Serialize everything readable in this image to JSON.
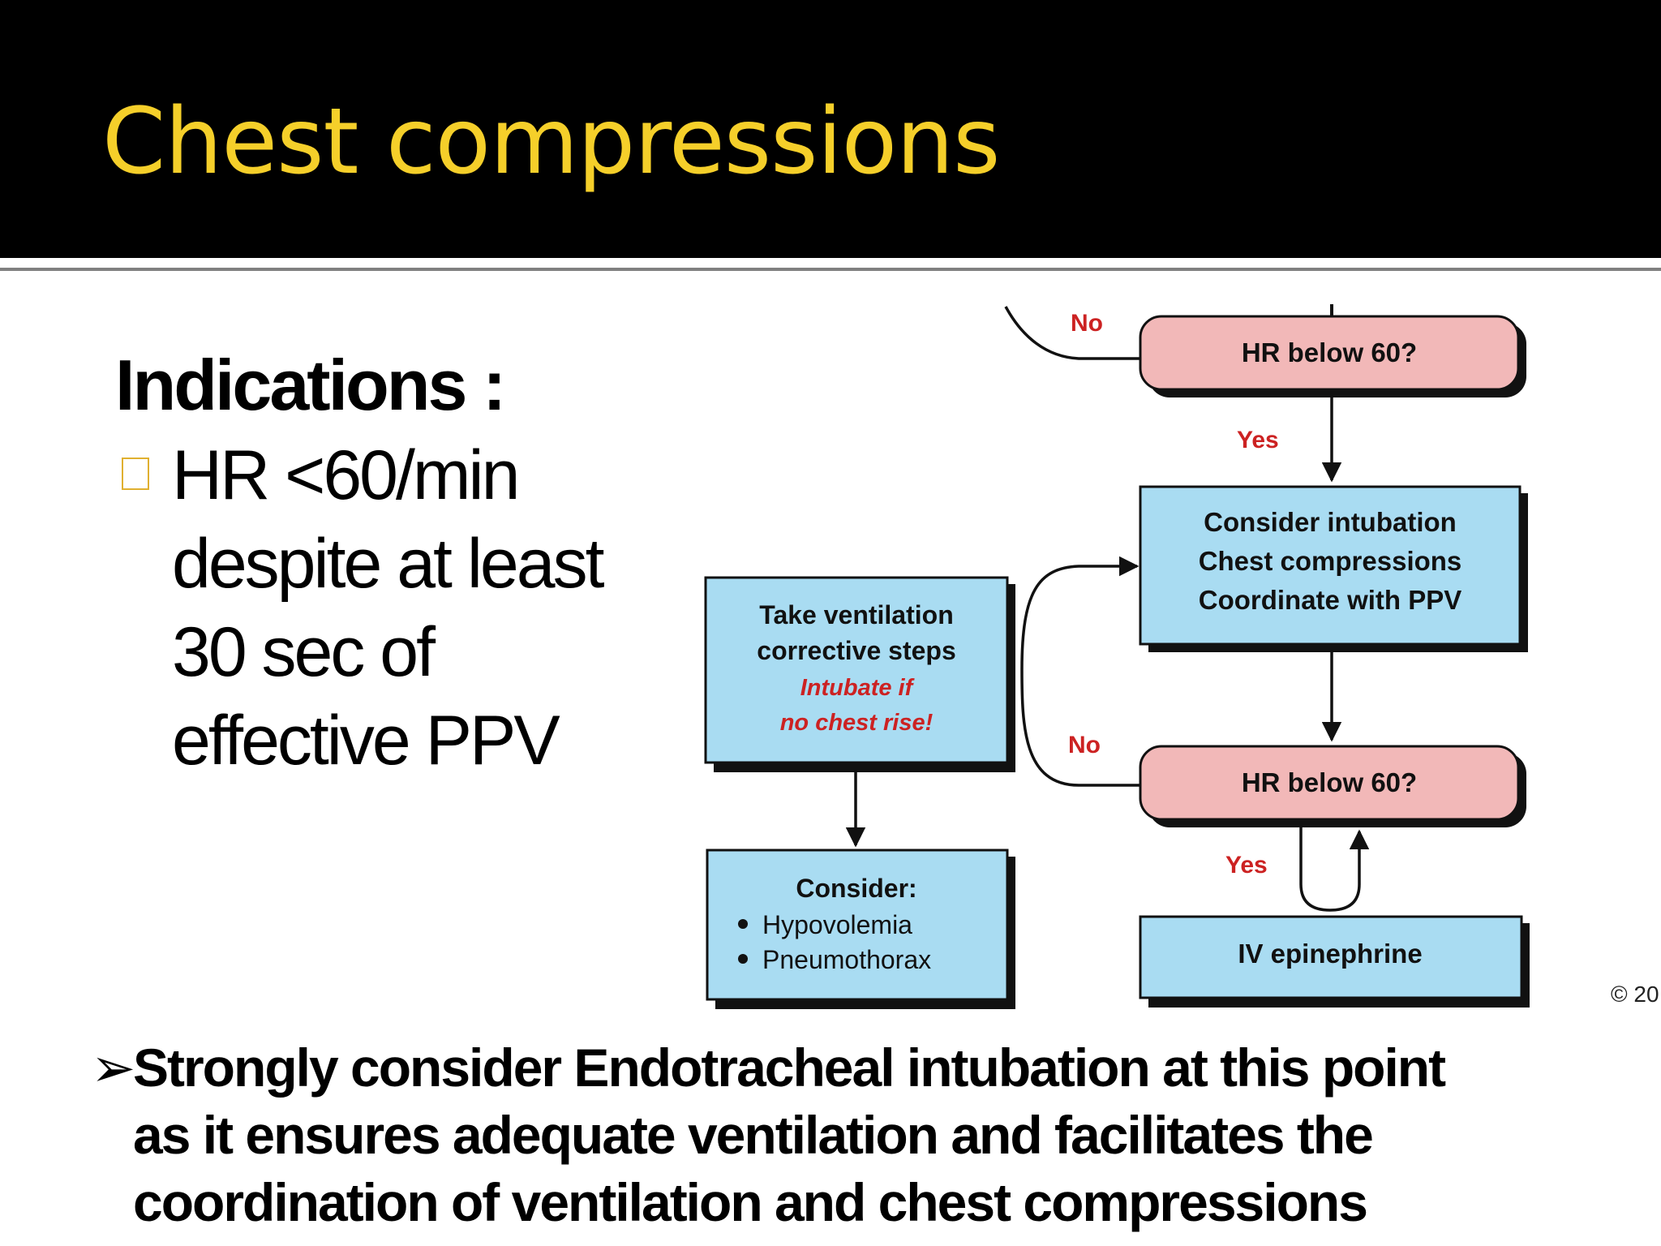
{
  "slide": {
    "title": "Chest compressions",
    "indications_heading": "Indications :",
    "bullet_lines": [
      "HR <60/min",
      "despite at least",
      "30 sec of",
      "effective PPV"
    ],
    "footnote_lines": [
      "Strongly consider Endotracheal intubation at this point",
      "as it ensures adequate ventilation and facilitates the",
      "coordination of ventilation and chest compressions"
    ],
    "copyright": "© 20"
  },
  "flowchart": {
    "hr_check_top": "HR below 60?",
    "hr_check_bottom": "HR below 60?",
    "consider_box": [
      "Consider intubation",
      "Chest compressions",
      "Coordinate with PPV"
    ],
    "ventilation_box": [
      "Take ventilation",
      "corrective steps"
    ],
    "ventilation_note": [
      "Intubate if",
      "no chest rise!"
    ],
    "consider_causes": {
      "heading": "Consider:",
      "items": [
        "Hypovolemia",
        "Pneumothorax"
      ]
    },
    "epinephrine_box": "IV epinephrine",
    "label_no": "No",
    "label_yes": "Yes"
  },
  "colors": {
    "title_yellow": "#f5cf2a",
    "pink_box": "#f2b8b8",
    "blue_box": "#a9dcf2",
    "label_red": "#cc2222"
  }
}
